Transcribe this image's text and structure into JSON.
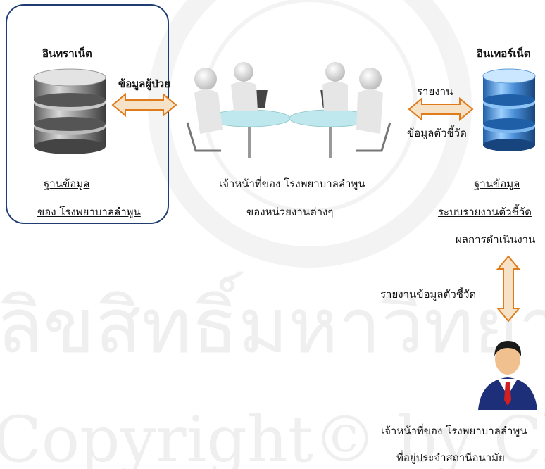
{
  "left_box": {
    "title": "อินทราเน็ต",
    "db_label_1": "ฐานข้อมูล",
    "db_label_2": "ของ โรงพยาบาลลำพูน"
  },
  "arrow_left_label": "ข้อมูลผู้ป่วย",
  "center": {
    "label_1": "เจ้าหน้าที่ของ โรงพยาบาลลำพูน",
    "label_2": "ของหน่วยงานต่างๆ"
  },
  "arrow_right_labels": {
    "top": "รายงาน",
    "bottom": "ข้อมูลตัวชี้วัด"
  },
  "right_box": {
    "title": "อินเทอร์เน็ต",
    "db_label_1": "ฐานข้อมูล",
    "db_label_2": "ระบบรายงานตัวชี้วัด",
    "db_label_3": "ผลการดำเนินงาน"
  },
  "vertical_arrow_label": "รายงานข้อมูลตัวชี้วัด",
  "person": {
    "label_1": "เจ้าหน้าที่ของ โรงพยาบาลลำพูน",
    "label_2": "ที่อยู่ประจำสถานีอนามัย"
  },
  "watermark": {
    "thai": "ลิขสิทธิ์มหาวิทยาลัยเชียงใหม่",
    "copyright": "Copyright© by Chiang Mai University"
  },
  "colors": {
    "box_border": "#1f3d73",
    "arrow_fill": "#f6e3c7",
    "arrow_stroke": "#e07b1b",
    "db_blue": "#4a8fd6",
    "db_gray": "#8a8a8a"
  }
}
